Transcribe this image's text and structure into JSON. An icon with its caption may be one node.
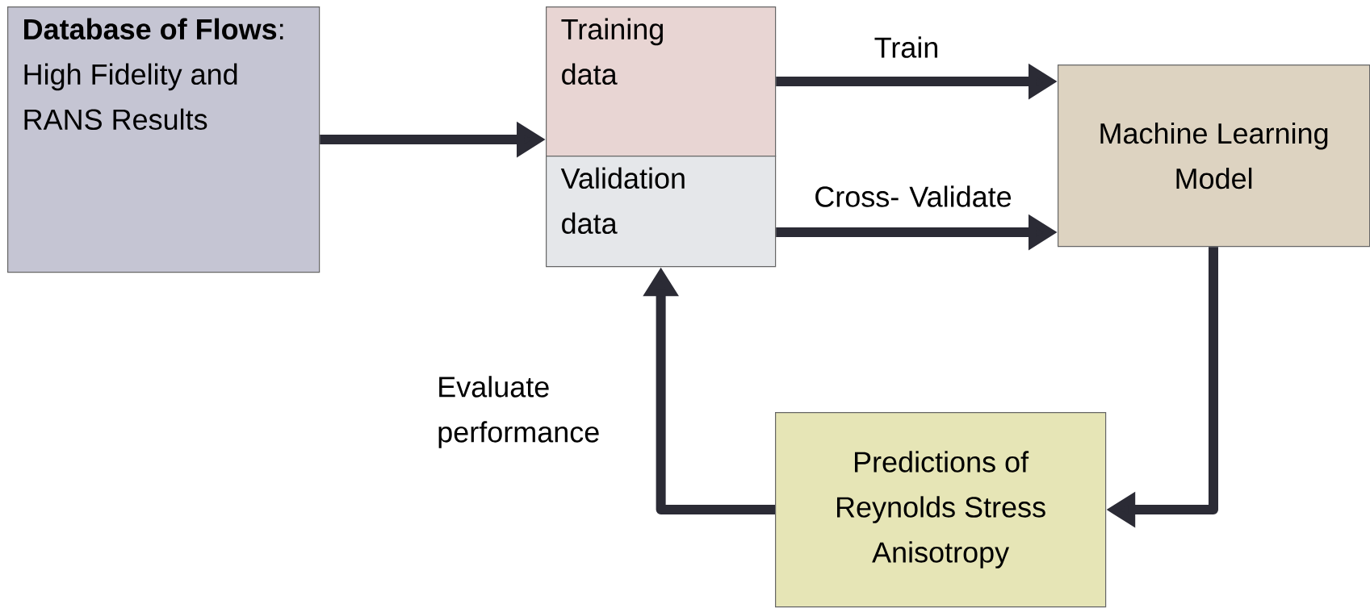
{
  "diagram": {
    "nodes": [
      {
        "text": [
          "**Database of Flows**:",
          "High Fidelity and RANS Results"
        ]
      },
      {
        "text": [
          "Training data"
        ]
      },
      {
        "text": [
          "Validation data"
        ]
      },
      {
        "text": [
          "Machine Learning Model"
        ]
      },
      {
        "text": [
          "Predictions of Reynolds Stress Anisotropy"
        ]
      }
    ],
    "edges": [
      {
        "from": 0,
        "to": 1,
        "arrow": "to"
      },
      {
        "from": 1,
        "to": 3,
        "arrow": "to",
        "label": "Train"
      },
      {
        "from": 2,
        "to": 3,
        "arrow": "to",
        "label": "Cross- Validate"
      },
      {
        "from": 3,
        "to": 4,
        "arrow": "to"
      },
      {
        "from": 4,
        "to": 2,
        "arrow": "to",
        "label": "Evaluate performance"
      }
    ]
  }
}
